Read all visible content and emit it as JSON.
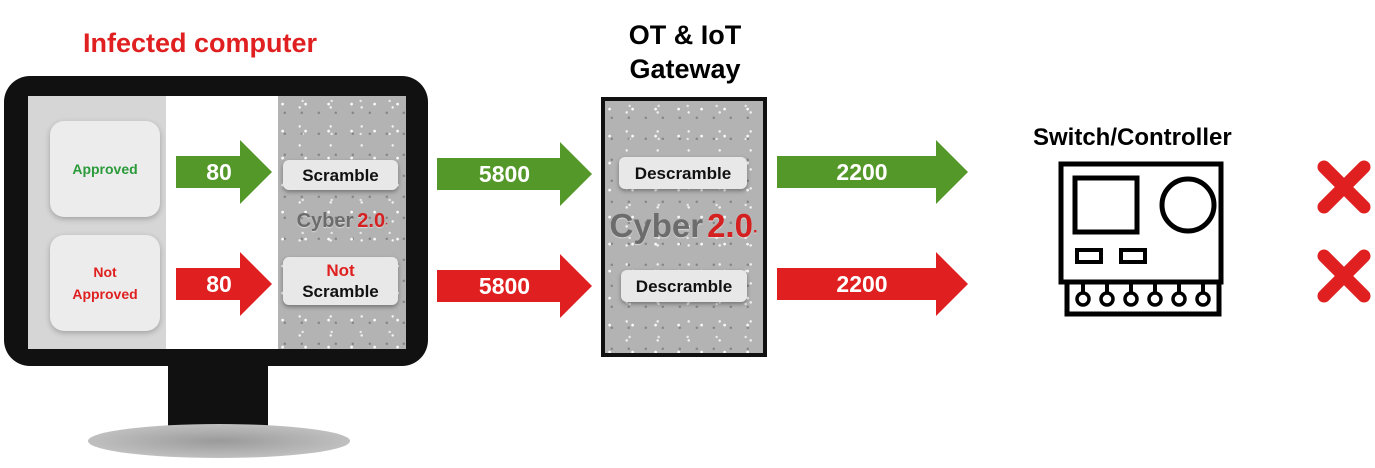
{
  "titles": {
    "infected": "Infected computer",
    "gateway_line1": "OT & IoT",
    "gateway_line2": "Gateway",
    "switch": "Switch/Controller"
  },
  "computer": {
    "approved": "Approved",
    "not_approved_line1": "Not",
    "not_approved_line2": "Approved",
    "scramble": "Scramble",
    "not_scramble_line1": "Not",
    "not_scramble_line2": "Scramble"
  },
  "logo": {
    "name": "Cyber",
    "version": "2.0",
    "mark": "·"
  },
  "gateway": {
    "descramble_top": "Descramble",
    "descramble_bottom": "Descramble"
  },
  "ports": {
    "green_1": "80",
    "red_1": "80",
    "green_2": "5800",
    "red_2": "5800",
    "green_3": "2200",
    "red_3": "2200"
  },
  "colors": {
    "green": "#55982a",
    "red": "#e02020",
    "approved_text": "#2a9a3a"
  },
  "icons": [
    "cross-icon",
    "cross-icon",
    "controller-icon"
  ]
}
